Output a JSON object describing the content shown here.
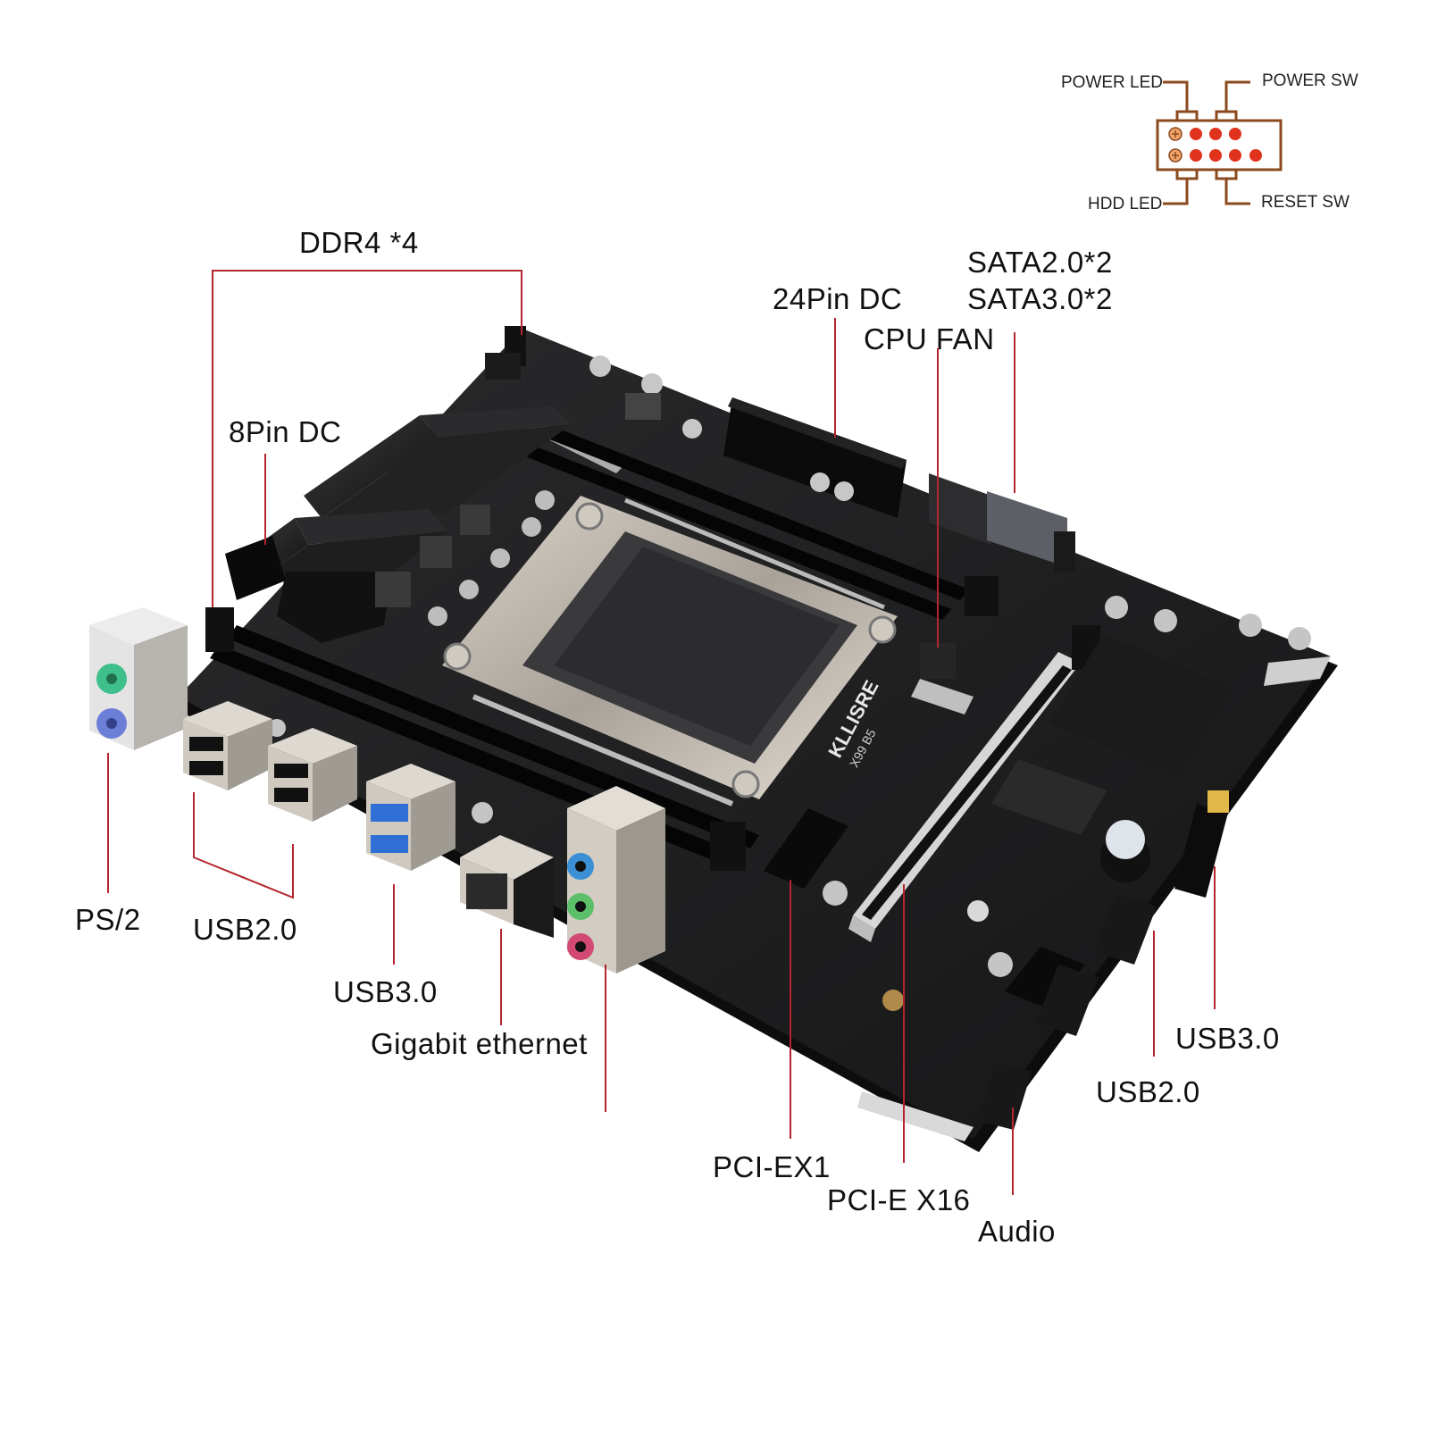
{
  "diagram": {
    "subject": "motherboard",
    "board_branding": {
      "brand": "KLLISRE",
      "model": "X99 B5"
    },
    "colors": {
      "leader_line": "#b3262e",
      "label_text": "#111111",
      "front_panel_outline": "#8b4a1e",
      "front_panel_pin": "#e0321c",
      "pcb": "#1f1f21",
      "ps2_keyboard": "#6c7fd8",
      "ps2_mouse": "#3fbf8c",
      "usb3_port": "#2f6fd6",
      "audio_blue": "#3b8fd4",
      "audio_green": "#5cbf6a",
      "audio_pink": "#d24a73"
    },
    "front_panel_header": {
      "labels": {
        "power_led": "POWER LED",
        "power_sw": "POWER SW",
        "hdd_led": "HDD LED",
        "reset_sw": "RESET SW"
      },
      "rows": [
        {
          "pins": [
            "+",
            "pin",
            "pin",
            "pin"
          ]
        },
        {
          "pins": [
            "+",
            "pin",
            "pin",
            "pin",
            "pin"
          ]
        }
      ]
    },
    "callouts": {
      "ddr4": "DDR4 *4",
      "eight_pin": "8Pin DC",
      "twentyfour_pin": "24Pin DC",
      "sata2": "SATA2.0*2",
      "sata3": "SATA3.0*2",
      "cpu_fan": "CPU FAN",
      "ps2": "PS/2",
      "usb2_rear": "USB2.0",
      "usb3_rear": "USB3.0",
      "gigabit": "Gigabit ethernet",
      "pciex1": "PCI-EX1",
      "pcie_x16": "PCI-E X16",
      "audio": "Audio",
      "usb2_header": "USB2.0",
      "usb3_header": "USB3.0"
    }
  }
}
